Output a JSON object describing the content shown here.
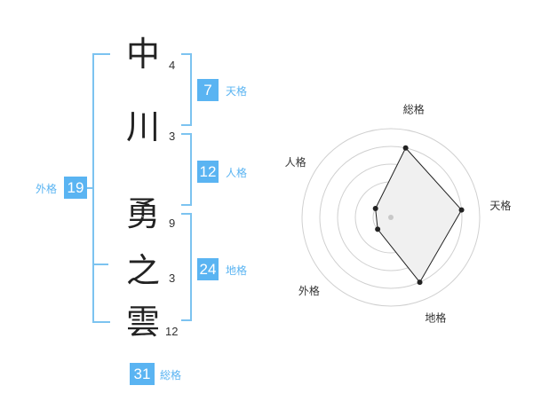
{
  "name": {
    "surname": [
      {
        "char": "中",
        "strokes": "4"
      },
      {
        "char": "川",
        "strokes": "3"
      }
    ],
    "given": [
      {
        "char": "勇",
        "strokes": "9"
      },
      {
        "char": "之",
        "strokes": "3"
      },
      {
        "char": "雲",
        "strokes": "12"
      }
    ]
  },
  "fortunes": {
    "tenkaku": {
      "value": "7",
      "label": "天格"
    },
    "jinkaku": {
      "value": "12",
      "label": "人格"
    },
    "chikaku": {
      "value": "24",
      "label": "地格"
    },
    "gaikaku": {
      "value": "19",
      "label": "外格"
    },
    "soukaku": {
      "value": "31",
      "label": "総格"
    }
  },
  "colors": {
    "accent": "#5ab4f2",
    "bracket": "#7cc3f0",
    "text": "#222222"
  },
  "chart_data": {
    "type": "radar",
    "axes": [
      "総格",
      "天格",
      "地格",
      "外格",
      "人格"
    ],
    "values": [
      4,
      4,
      4,
      1,
      1
    ],
    "max": 5,
    "grid_rings": 5
  }
}
